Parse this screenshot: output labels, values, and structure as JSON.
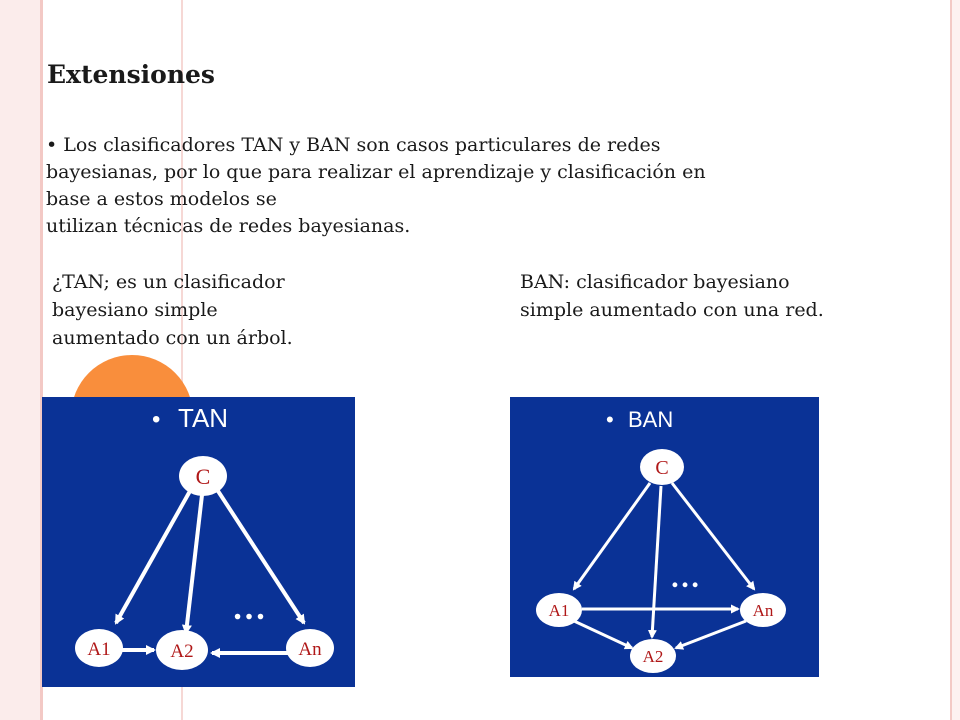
{
  "slide": {
    "title": "Extensiones",
    "bullet_marker": "•",
    "paragraph_lines": [
      "Los clasificadores TAN y BAN son casos particulares de redes",
      "bayesianas, por lo que para realizar el aprendizaje y clasificación en",
      "base a estos modelos se",
      "utilizan técnicas de redes bayesianas."
    ],
    "tan_caption_lines": [
      "¿TAN; es un clasificador",
      "bayesiano simple",
      "aumentado con un árbol."
    ],
    "ban_caption_lines": [
      "BAN: clasificador bayesiano",
      "simple aumentado con una red."
    ]
  },
  "diagrams": {
    "tan": {
      "bullet": "•",
      "title": "TAN",
      "nodes": {
        "c": "C",
        "a1": "A1",
        "a2": "A2",
        "an": "An"
      },
      "ellipsis": "…"
    },
    "ban": {
      "bullet": "•",
      "title": "BAN",
      "nodes": {
        "c": "C",
        "a1": "A1",
        "a2": "A2",
        "an": "An"
      },
      "ellipsis": "…"
    }
  },
  "colors": {
    "panel_bg": "#0a3296",
    "node_fill": "#ffffff",
    "node_text": "#b01818",
    "accent_circle": "#f98e3c",
    "decor_line": "#f3c9c5"
  }
}
